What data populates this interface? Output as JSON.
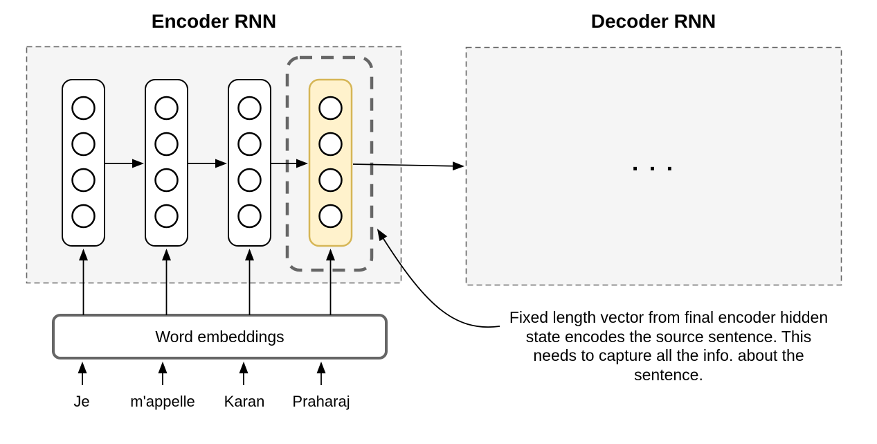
{
  "titles": {
    "encoder": "Encoder RNN",
    "decoder": "Decoder RNN"
  },
  "encoder": {
    "num_columns": 4,
    "units_per_column": 4,
    "final_column_highlighted": true
  },
  "decoder": {
    "ellipsis": ". . ."
  },
  "embeddings": {
    "label": "Word embeddings"
  },
  "input_words": [
    "Je",
    "m'appelle",
    "Karan",
    "Praharaj"
  ],
  "annotation": {
    "full_text": "Fixed length vector from final encoder hidden state encodes the source sentence. This needs to capture all the info. about the sentence.",
    "lines": [
      "Fixed length vector from final encoder hidden",
      "state encodes the source sentence. This",
      "needs to capture all the info. about the",
      "sentence."
    ]
  },
  "colors": {
    "panel_fill": "#F5F5F5",
    "panel_border": "#666666",
    "column_fill": "#FFFFFF",
    "column_border": "#000000",
    "highlight_fill": "#FFF2CC",
    "highlight_border": "#D6B656",
    "highlight_outline": "#666666",
    "embeddings_border": "#666666",
    "arrow": "#000000",
    "text": "#000000"
  }
}
